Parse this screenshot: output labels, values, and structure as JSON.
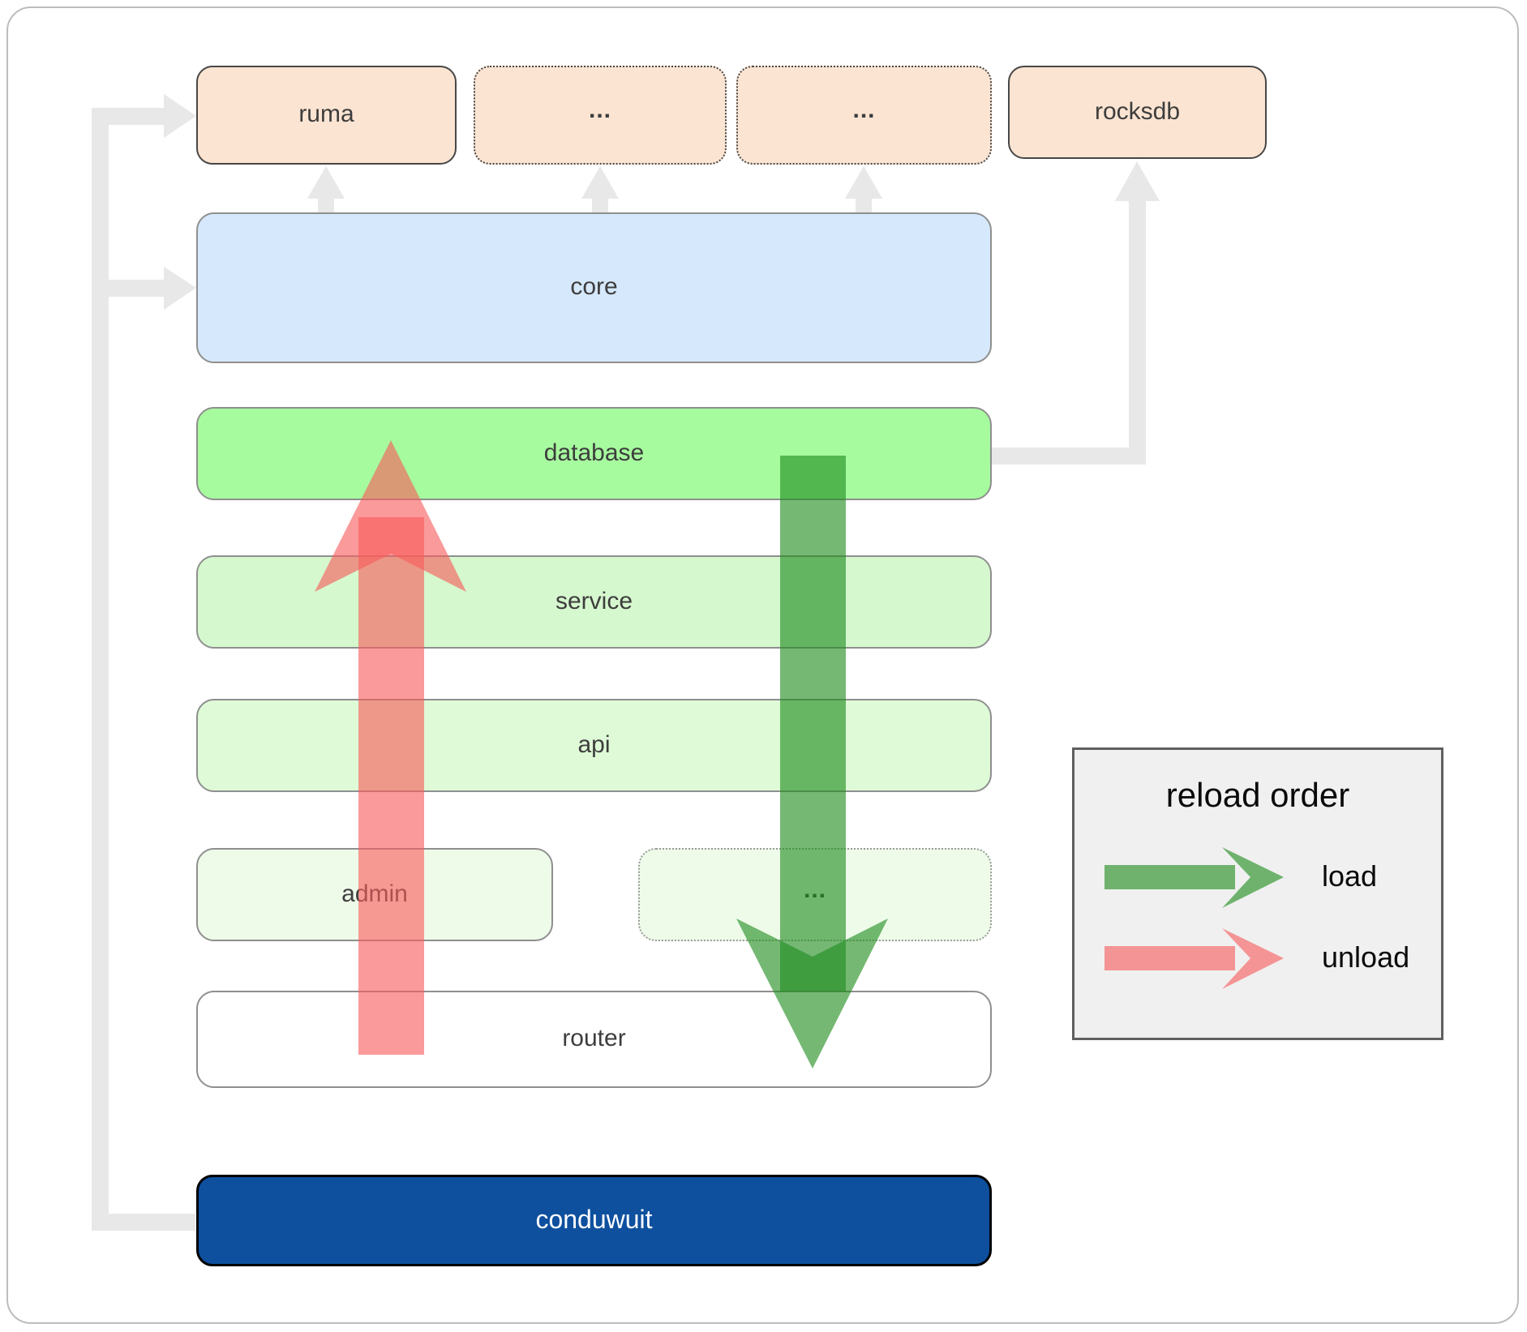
{
  "nodes": {
    "ruma": {
      "label": "ruma"
    },
    "ellipsis1": {
      "label": "..."
    },
    "ellipsis2": {
      "label": "..."
    },
    "rocksdb": {
      "label": "rocksdb"
    },
    "core": {
      "label": "core"
    },
    "database": {
      "label": "database"
    },
    "service": {
      "label": "service"
    },
    "api": {
      "label": "api"
    },
    "admin": {
      "label": "admin"
    },
    "ellipsis3": {
      "label": "..."
    },
    "router": {
      "label": "router"
    },
    "conduwuit": {
      "label": "conduwuit"
    }
  },
  "legend": {
    "title": "reload order",
    "load_label": "load",
    "unload_label": "unload"
  },
  "colors": {
    "load_green": "#1e8c1e",
    "unload_red": "#f95c5c",
    "connector_gray": "#e8e8e8",
    "external_fill": "#fce4d2",
    "core_fill": "#d6e8fb",
    "database_fill": "#a6fb9e",
    "service_fill": "#d6f8ce",
    "api_fill": "#defad6",
    "faint_fill": "#eefbe9",
    "router_fill": "#ffffff",
    "conduwuit_fill": "#0e4f9e"
  }
}
